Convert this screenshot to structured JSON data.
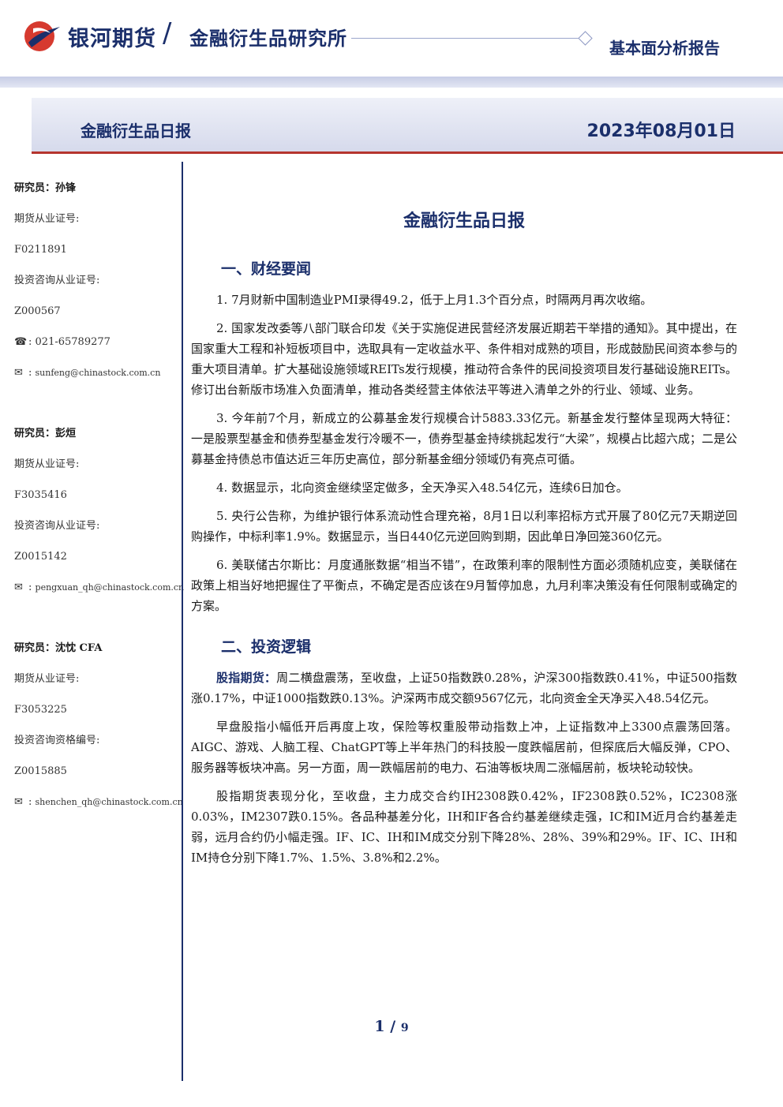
{
  "header": {
    "brand": "银河期货",
    "slash": "/",
    "institute": "金融衍生品研究所",
    "report_type": "基本面分析报告",
    "colors": {
      "brand_blue": "#1b2f6b",
      "brand_red": "#d63a2f",
      "accent_line": "#b5342e"
    }
  },
  "title_bar": {
    "title": "金融衍生品日报",
    "date": "2023年08月01日"
  },
  "analysts": [
    {
      "role": "研究员：",
      "name": "孙锋",
      "license_label": "期货从业证号:",
      "license": "F0211891",
      "consult_label": "投资咨询从业证号:",
      "consult": "Z000567",
      "phone_icon": "☎",
      "phone_sep": ":",
      "phone": "021-65789277",
      "email_icon": "✉",
      "email_sep": ":",
      "email": "sunfeng@chinastock.com.cn"
    },
    {
      "role": "研究员：",
      "name": "彭烜",
      "license_label": "期货从业证号:",
      "license": "F3035416",
      "consult_label": "投资咨询从业证号:",
      "consult": "Z0015142",
      "email_icon": "✉",
      "email_sep": ":",
      "email": "pengxuan_qh@chinastock.com.cn"
    },
    {
      "role": "研究员：",
      "name": "沈忱  CFA",
      "license_label": "期货从业证号:",
      "license": "F3053225",
      "consult_label": "投资咨询资格编号:",
      "consult": "Z0015885",
      "email_icon": "✉",
      "email_sep": ":",
      "email": "shenchen_qh@chinastock.com.cn"
    }
  ],
  "main": {
    "title": "金融衍生品日报",
    "section1": {
      "heading": "一、财经要闻",
      "items": [
        "1. 7月财新中国制造业PMI录得49.2，低于上月1.3个百分点，时隔两月再次收缩。",
        "2. 国家发改委等八部门联合印发《关于实施促进民营经济发展近期若干举措的通知》。其中提出，在国家重大工程和补短板项目中，选取具有一定收益水平、条件相对成熟的项目，形成鼓励民间资本参与的重大项目清单。扩大基础设施领域REITs发行规模，推动符合条件的民间投资项目发行基础设施REITs。修订出台新版市场准入负面清单，推动各类经营主体依法平等进入清单之外的行业、领域、业务。",
        "3. 今年前7个月，新成立的公募基金发行规模合计5883.33亿元。新基金发行整体呈现两大特征：一是股票型基金和债券型基金发行冷暖不一，债券型基金持续挑起发行“大梁”，规模占比超六成；二是公募基金持债总市值达近三年历史高位，部分新基金细分领域仍有亮点可循。",
        "4. 数据显示，北向资金继续坚定做多，全天净买入48.54亿元，连续6日加仓。",
        "5. 央行公告称，为维护银行体系流动性合理充裕，8月1日以利率招标方式开展了80亿元7天期逆回购操作，中标利率1.9%。数据显示，当日440亿元逆回购到期，因此单日净回笼360亿元。",
        "6. 美联储古尔斯比：月度通胀数据“相当不错”，在政策利率的限制性方面必须随机应变，美联储在政策上相当好地把握住了平衡点，不确定是否应该在9月暂停加息，九月利率决策没有任何限制或确定的方案。"
      ]
    },
    "section2": {
      "heading": "二、投资逻辑",
      "lead_label": "股指期货：",
      "lead_text": "周二横盘震荡，至收盘，上证50指数跌0.28%，沪深300指数跌0.41%，中证500指数涨0.17%，中证1000指数跌0.13%。沪深两市成交额9567亿元，北向资金全天净买入48.54亿元。",
      "paras": [
        "早盘股指小幅低开后再度上攻，保险等权重股带动指数上冲，上证指数冲上3300点震荡回落。AIGC、游戏、人脑工程、ChatGPT等上半年热门的科技股一度跌幅居前，但探底后大幅反弹，CPO、服务器等板块冲高。另一方面，周一跌幅居前的电力、石油等板块周二涨幅居前，板块轮动较快。",
        "股指期货表现分化，至收盘，主力成交合约IH2308跌0.42%，IF2308跌0.52%，IC2308涨0.03%，IM2307跌0.15%。各品种基差分化，IH和IF各合约基差继续走强，IC和IM近月合约基差走弱，远月合约仍小幅走强。IF、IC、IH和IM成交分别下降28%、28%、39%和29%。IF、IC、IH和IM持仓分别下降1.7%、1.5%、3.8%和2.2%。"
      ]
    }
  },
  "footer": {
    "page": "1",
    "sep": " / ",
    "total": "9"
  }
}
